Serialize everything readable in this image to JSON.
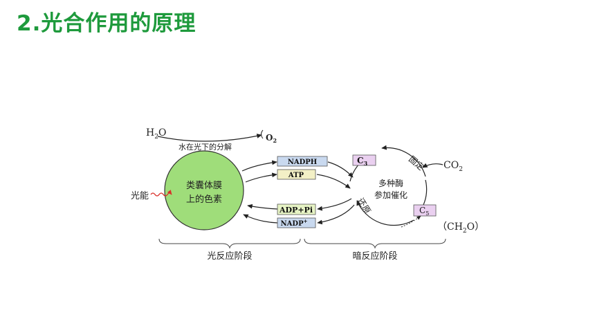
{
  "heading": "2.光合作用的原理",
  "diagram": {
    "h2o": "H",
    "h2o_sub": "2",
    "h2o_end": "O",
    "o2": "O",
    "o2_sub": "2",
    "water_split": "水在光下的分解",
    "light_energy": "光能",
    "pigment_line1": "类囊体膜",
    "pigment_line2": "上的色素",
    "nadph": "NADPH",
    "atp": "ATP",
    "adp_pi": "ADP+Pi",
    "nadp": "NADP",
    "nadp_sup": "+",
    "c3": "C",
    "c3_sub": "3",
    "c5": "C",
    "c5_sub": "5",
    "co2": "CO",
    "co2_sub": "2",
    "fixation": "固定",
    "reduction": "还原",
    "enzyme_line1": "多种酶",
    "enzyme_line2": "参加催化",
    "ch2o_a": "（CH",
    "ch2o_sub": "2",
    "ch2o_b": "O）",
    "light_stage": "光反应阶段",
    "dark_stage": "暗反应阶段"
  },
  "colors": {
    "heading": "#1e9a3c",
    "thylakoid_fill": "#9fdd7a",
    "nadph_box": "#c9d9ef",
    "atp_box": "#f3f0c6",
    "adp_box": "#e6f3c4",
    "c_box": "#ead0f0",
    "light_wave": "#d9302a"
  }
}
